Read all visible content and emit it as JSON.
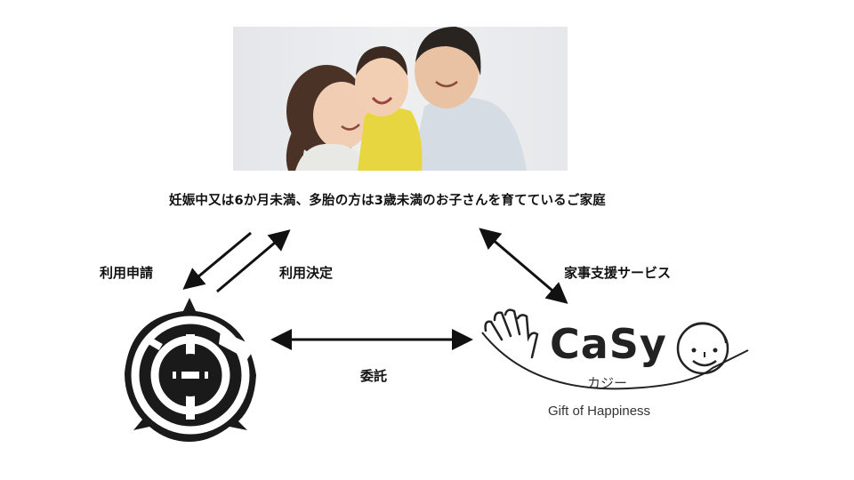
{
  "photo": {
    "alt": "family-photo",
    "description": "Smiling mother, child in yellow shirt, and father hugging"
  },
  "caption": "妊娠中又は6か月未満、多胎の方は3歳未満のお子さんを育てているご家庭",
  "arrows": {
    "apply_label": "利用申請",
    "decide_label": "利用決定",
    "service_label": "家事支援サービス",
    "consign_label": "委託"
  },
  "city_emblem": {
    "name": "municipal-emblem"
  },
  "casy_logo": {
    "title": "CaSy",
    "kana": "カジー",
    "tagline": "Gift of Happiness"
  },
  "colors": {
    "ink": "#111111",
    "background": "#ffffff",
    "child_shirt": "#e8d640",
    "photo_bg": "#e9eaec"
  }
}
